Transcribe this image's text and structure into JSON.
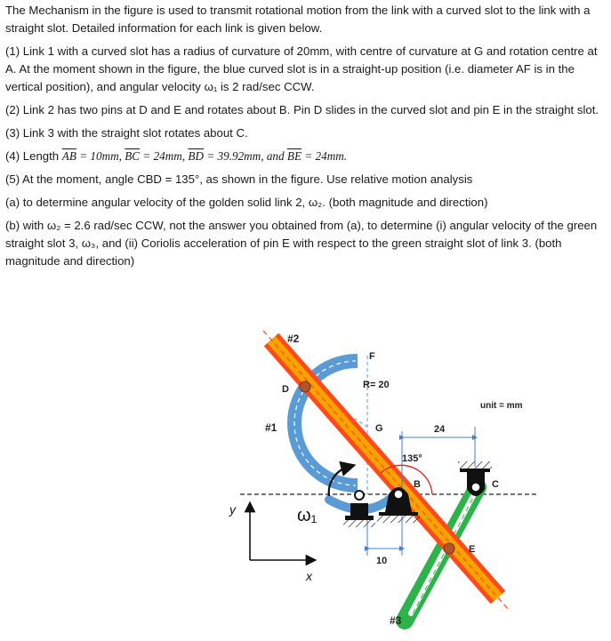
{
  "problem": {
    "intro": "The Mechanism in the figure is used to transmit rotational motion from the link with a curved slot to the link with a straight slot. Detailed information for each link is given below.",
    "item1": "(1) Link 1 with a curved slot has a radius of curvature of 20mm, with centre of curvature at G and rotation centre at A. At the moment shown in the figure, the blue curved slot is in a straight-up position (i.e. diameter AF is in the vertical position), and angular velocity ω₁ is 2 rad/sec CCW.",
    "item2": "(2) Link 2 has two pins at D and E and rotates about B. Pin D slides in the curved slot and pin E in the straight slot.",
    "item3": "(3) Link 3 with the straight slot rotates about C.",
    "item4_prefix": "(4) Length ",
    "ab": "AB",
    "ab_val": " = 10mm, ",
    "bc": "BC",
    "bc_val": " = 24mm, ",
    "bd": "BD",
    "bd_val": " = 39.92mm, and ",
    "be": "BE",
    "be_val": " = 24mm.",
    "item5": "(5) At the moment, angle CBD = 135°, as shown in the figure. Use relative motion analysis",
    "part_a": "(a) to determine angular velocity of the golden solid link 2, ω₂. (both magnitude and direction)",
    "part_b": "(b) with ω₂ = 2.6 rad/sec CCW, not the answer you obtained from (a), to determine (i) angular velocity of the green straight slot 3, ω₃, and (ii) Coriolis acceleration of pin E with respect to the green straight slot of link 3. (both magnitude and direction)"
  },
  "figure": {
    "link2_label": "#2",
    "link1_label": "#1",
    "link3_label": "#3",
    "point_f": "F",
    "point_d": "D",
    "point_g": "G",
    "point_b": "B",
    "point_c": "C",
    "point_e": "E",
    "radius_label": "R= 20",
    "unit_label": "unit = mm",
    "dim_24": "24",
    "dim_10": "10",
    "angle_label": "135°",
    "omega1_label": "ω₁",
    "axis_y": "y",
    "axis_x": "x",
    "colors": {
      "link1": "#5b9bd5",
      "link2_fill": "#f5a300",
      "link2_border": "#ff4a1c",
      "link3_fill": "#2db34a",
      "dim_line": "#4a7ec9",
      "angle_arc": "#e02020",
      "pin": "#b5542a"
    }
  }
}
